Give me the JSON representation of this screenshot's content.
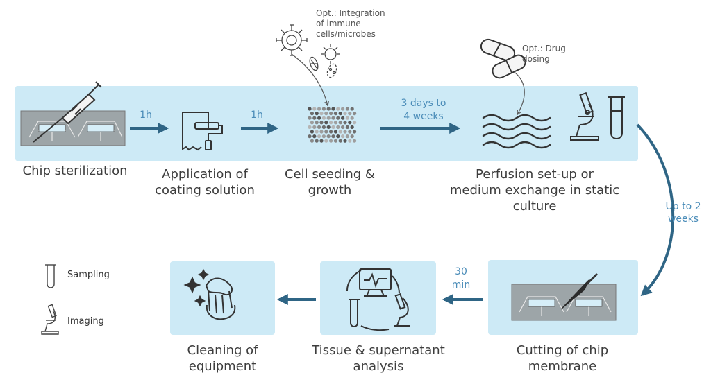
{
  "steps": {
    "chip_sterilization": "Chip sterilization",
    "coating_1": "Application of",
    "coating_2": "coating solution",
    "seeding_1": "Cell seeding  &",
    "seeding_2": "growth",
    "perfusion_1": "Perfusion set-up or",
    "perfusion_2": "medium exchange  in static",
    "perfusion_3": "culture",
    "cutting_1": "Cutting of chip",
    "cutting_2": "membrane",
    "analysis_1": "Tissue & supernatant",
    "analysis_2": "analysis",
    "cleaning_1": "Cleaning of",
    "cleaning_2": "equipment"
  },
  "times": {
    "t1": "1h",
    "t2": "1h",
    "t3_1": "3 days to",
    "t3_2": "4 weeks",
    "t4_1": "Up to 2",
    "t4_2": "weeks",
    "t5_1": "30",
    "t5_2": "min"
  },
  "notes": {
    "immune_1": "Opt.: Integration",
    "immune_2": "of immune",
    "immune_3": "cells/microbes",
    "drug_1": "Opt.: Drug",
    "drug_2": "dosing"
  },
  "legend": {
    "sampling": "Sampling",
    "imaging": "Imaging"
  },
  "colors": {
    "band": "#cdeaf6",
    "arrow": "#2f6585",
    "time_text": "#4a8cb8"
  }
}
